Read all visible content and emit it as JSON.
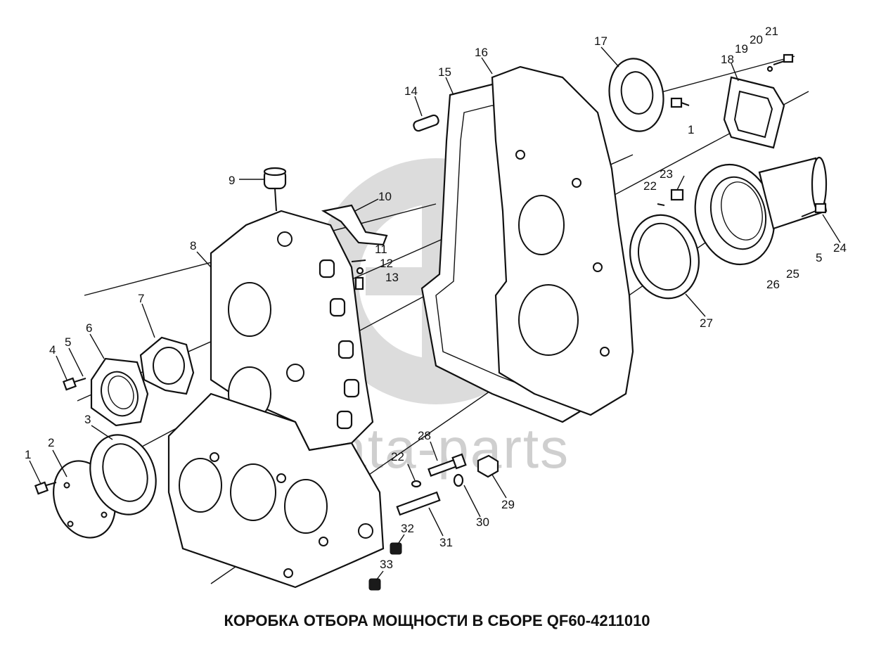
{
  "title": "КОРОБКА ОТБОРА МОЩНОСТИ В СБОРЕ QF60-4211010",
  "watermark": "data-parts",
  "watermark_logo": "gp-logo-icon",
  "callouts": [
    "1",
    "2",
    "3",
    "4",
    "5",
    "6",
    "7",
    "8",
    "9",
    "10",
    "11",
    "12",
    "13",
    "14",
    "15",
    "16",
    "17",
    "1",
    "18",
    "19",
    "20",
    "21",
    "22",
    "23",
    "24",
    "5",
    "25",
    "26",
    "27",
    "28",
    "22",
    "29",
    "30",
    "31",
    "32",
    "33"
  ],
  "colors": {
    "line": "#111111",
    "watermark": "#cfcfcf",
    "background": "#ffffff"
  }
}
